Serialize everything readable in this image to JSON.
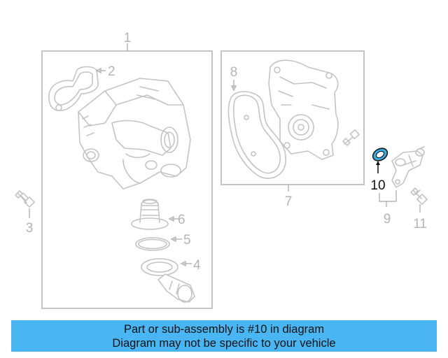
{
  "callouts": {
    "c1": "1",
    "c2": "2",
    "c3": "3",
    "c4": "4",
    "c5": "5",
    "c6": "6",
    "c7": "7",
    "c8": "8",
    "c9": "9",
    "c10": "10",
    "c11": "11"
  },
  "highlighted_part": "10",
  "colors": {
    "banner": "#49b6f3",
    "highlight_fill": "#3aaee8",
    "line_art": "#c4c4c4",
    "callout_text": "#b4b4b4"
  },
  "banner": {
    "line1": "Part or sub-assembly is #10 in diagram",
    "line2": "Diagram may not be specific to your vehicle"
  }
}
